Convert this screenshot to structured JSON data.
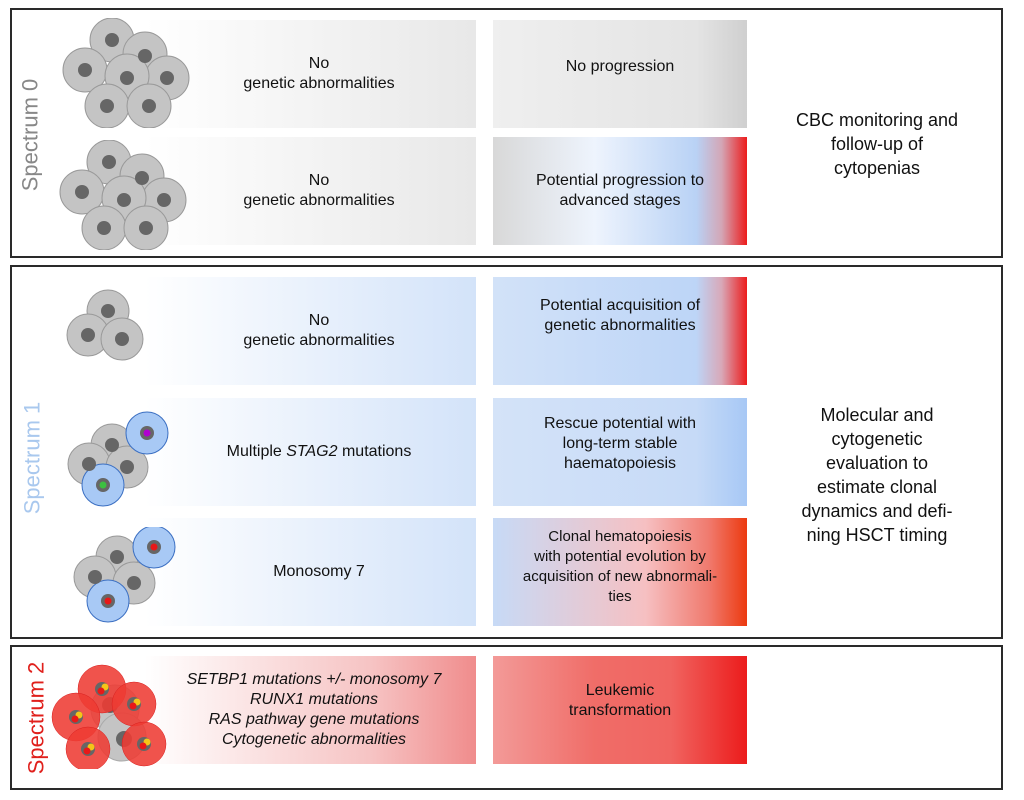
{
  "spectrum0": {
    "label": "Spectrum 0",
    "label_color": "#888888",
    "rows": [
      {
        "finding": [
          "No",
          "genetic abnormalities"
        ],
        "outcome": [
          "No progression"
        ]
      },
      {
        "finding": [
          "No",
          "genetic abnormalities"
        ],
        "outcome": [
          "Potential progression to",
          "advanced stages"
        ]
      }
    ],
    "recommendation": [
      "CBC monitoring and",
      "follow-up of",
      "cytopenias"
    ]
  },
  "spectrum1": {
    "label": "Spectrum 1",
    "label_color": "#a9c8ee",
    "rows": [
      {
        "finding": [
          "No",
          "genetic abnormalities"
        ],
        "outcome": [
          "Potential acquisition of",
          "genetic abnormalities"
        ]
      },
      {
        "finding_prefix": "Multiple ",
        "finding_italic": "STAG2",
        "finding_suffix": " mutations",
        "outcome": [
          "Rescue potential with",
          "long-term stable",
          "haematopoiesis"
        ]
      },
      {
        "finding": [
          "Monosomy 7"
        ],
        "outcome": [
          "Clonal hematopoiesis",
          "with potential evolution by",
          "acquisition of new abnormali-",
          "ties"
        ]
      }
    ],
    "recommendation": [
      "Molecular and",
      "cytogenetic",
      "evaluation to",
      "estimate clonal",
      "dynamics and defi-",
      "ning HSCT timing"
    ]
  },
  "spectrum2": {
    "label": "Spectrum 2",
    "label_color": "#e0201c",
    "finding": [
      "SETBP1 mutations +/- monosomy 7",
      "RUNX1 mutations",
      "RAS pathway gene mutations",
      "Cytogenetic abnormalities"
    ],
    "outcome": [
      "Leukemic",
      "transformation"
    ]
  },
  "colors": {
    "grey_cell": "#c4c4c4",
    "nucleus": "#666666",
    "blue_cell": "#a8c9f5",
    "red_cell": "#ee3b33",
    "accent_red": "#ec1c1c",
    "accent_blue": "#b8d3f6"
  }
}
